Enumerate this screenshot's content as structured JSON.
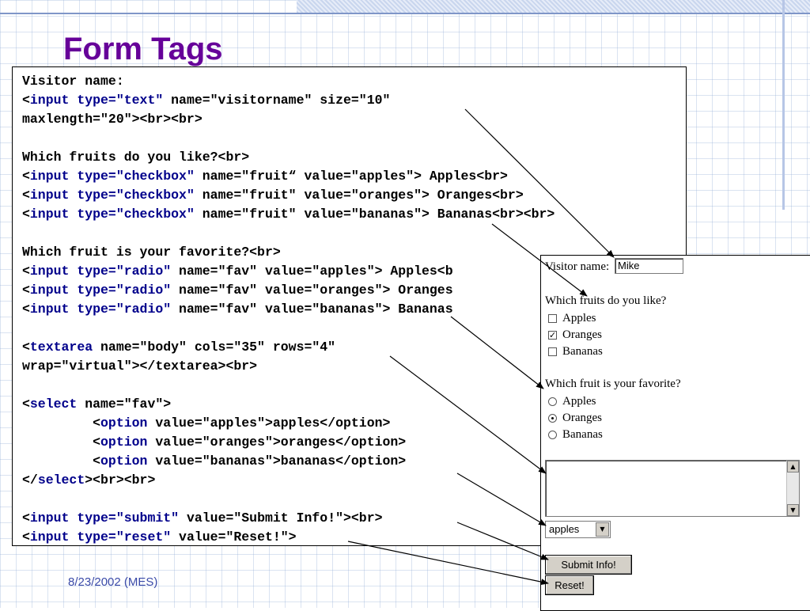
{
  "title": "Form Tags",
  "footer": "8/23/2002 (MES)",
  "code_lines": [
    [
      {
        "t": "Visitor name:"
      }
    ],
    [
      {
        "t": "<"
      },
      {
        "t": "input",
        "k": 1
      },
      {
        "t": " "
      },
      {
        "t": "type=\"text\"",
        "k": 1
      },
      {
        "t": " name=\"visitorname\" size=\"10\""
      }
    ],
    [
      {
        "t": "maxlength=\"20\"><br><br>"
      }
    ],
    [],
    [
      {
        "t": "Which fruits do you like?<br>"
      }
    ],
    [
      {
        "t": "<"
      },
      {
        "t": "input",
        "k": 1
      },
      {
        "t": " "
      },
      {
        "t": "type=\"checkbox\"",
        "k": 1
      },
      {
        "t": " name=\"fruit“ value=\"apples\"> Apples<br>"
      }
    ],
    [
      {
        "t": "<"
      },
      {
        "t": "input",
        "k": 1
      },
      {
        "t": " "
      },
      {
        "t": "type=\"checkbox\"",
        "k": 1
      },
      {
        "t": " name=\"fruit\" value=\"oranges\"> Oranges<br>"
      }
    ],
    [
      {
        "t": "<"
      },
      {
        "t": "input",
        "k": 1
      },
      {
        "t": " "
      },
      {
        "t": "type=\"checkbox\"",
        "k": 1
      },
      {
        "t": " name=\"fruit\" value=\"bananas\"> Bananas<br><br>"
      }
    ],
    [],
    [
      {
        "t": "Which fruit is your favorite?<br>"
      }
    ],
    [
      {
        "t": "<"
      },
      {
        "t": "input",
        "k": 1
      },
      {
        "t": " "
      },
      {
        "t": "type=\"radio\"",
        "k": 1
      },
      {
        "t": " name=\"fav\" value=\"apples\"> Apples<b"
      }
    ],
    [
      {
        "t": "<"
      },
      {
        "t": "input",
        "k": 1
      },
      {
        "t": " "
      },
      {
        "t": "type=\"radio\"",
        "k": 1
      },
      {
        "t": " name=\"fav\" value=\"oranges\"> Oranges"
      }
    ],
    [
      {
        "t": "<"
      },
      {
        "t": "input",
        "k": 1
      },
      {
        "t": " "
      },
      {
        "t": "type=\"radio\"",
        "k": 1
      },
      {
        "t": " name=\"fav\" value=\"bananas\"> Bananas"
      }
    ],
    [],
    [
      {
        "t": "<"
      },
      {
        "t": "textarea",
        "k": 1
      },
      {
        "t": " name=\"body\" cols=\"35\" rows=\"4\""
      }
    ],
    [
      {
        "t": "wrap=\"virtual\"></textarea><br>"
      }
    ],
    [],
    [
      {
        "t": "<"
      },
      {
        "t": "select",
        "k": 1
      },
      {
        "t": " name=\"fav\">"
      }
    ],
    [
      {
        "t": "         <"
      },
      {
        "t": "option",
        "k": 1
      },
      {
        "t": " value=\"apples\">apples</option>"
      }
    ],
    [
      {
        "t": "         <"
      },
      {
        "t": "option",
        "k": 1
      },
      {
        "t": " value=\"oranges\">oranges</option>"
      }
    ],
    [
      {
        "t": "         <"
      },
      {
        "t": "option",
        "k": 1
      },
      {
        "t": " value=\"bananas\">bananas</option>"
      }
    ],
    [
      {
        "t": "</"
      },
      {
        "t": "select",
        "k": 1
      },
      {
        "t": "><br><br>"
      }
    ],
    [],
    [
      {
        "t": "<"
      },
      {
        "t": "input",
        "k": 1
      },
      {
        "t": " "
      },
      {
        "t": "type=\"submit\"",
        "k": 1
      },
      {
        "t": " value=\"Submit Info!\"><br>"
      }
    ],
    [
      {
        "t": "<"
      },
      {
        "t": "input",
        "k": 1
      },
      {
        "t": " "
      },
      {
        "t": "type=\"reset\"",
        "k": 1
      },
      {
        "t": " value=\"Reset!\">"
      }
    ]
  ],
  "preview": {
    "visitor_label": "Visitor name:",
    "visitor_value": "Mike",
    "fruits_question": "Which fruits do you like?",
    "checkboxes": [
      {
        "label": "Apples",
        "checked": false
      },
      {
        "label": "Oranges",
        "checked": true
      },
      {
        "label": "Bananas",
        "checked": false
      }
    ],
    "favorite_question": "Which fruit is your favorite?",
    "radios": [
      {
        "label": "Apples",
        "checked": false
      },
      {
        "label": "Oranges",
        "checked": true
      },
      {
        "label": "Bananas",
        "checked": false
      }
    ],
    "select_value": "apples",
    "submit_label": "Submit Info!",
    "reset_label": "Reset!"
  },
  "colors": {
    "title": "#660099",
    "keyword": "#00008b",
    "footer": "#3a4aa8"
  }
}
